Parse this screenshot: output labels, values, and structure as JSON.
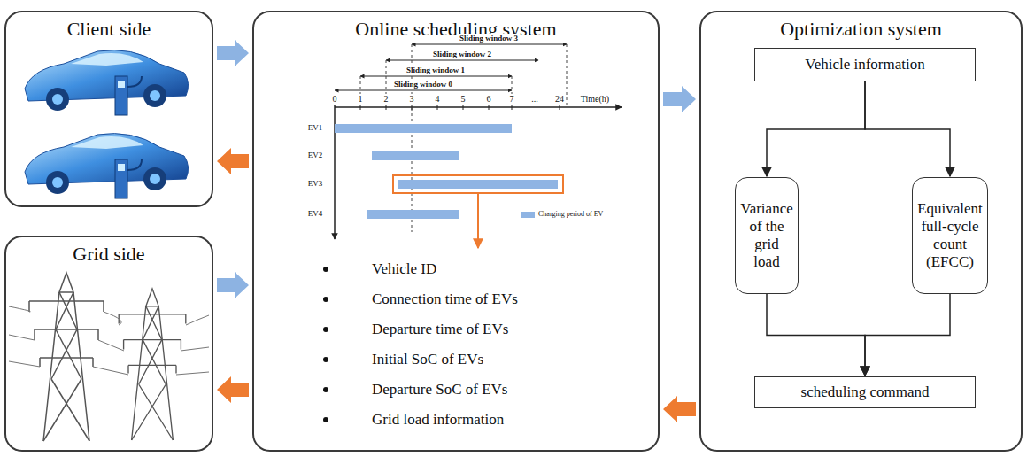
{
  "diagram": {
    "nodes": [
      {
        "text": [
          "Client side"
        ]
      },
      {
        "text": [
          "Grid side"
        ]
      },
      {
        "text": [
          "Online scheduling system"
        ]
      },
      {
        "text": [
          "Optimization system"
        ]
      },
      {
        "text": [
          "Vehicle information"
        ],
        "in": 3
      },
      {
        "text": [
          "Variance of the grid load"
        ],
        "in": 3
      },
      {
        "text": [
          "Equivalent full-cycle count (EFCC)"
        ],
        "in": 3
      },
      {
        "text": [
          "scheduling command"
        ],
        "in": 3
      }
    ],
    "edges": [
      {
        "from": 0,
        "to": 2,
        "arrow": "to"
      },
      {
        "from": 2,
        "to": 0,
        "arrow": "to"
      },
      {
        "from": 1,
        "to": 2,
        "arrow": "to"
      },
      {
        "from": 2,
        "to": 1,
        "arrow": "to"
      },
      {
        "from": 2,
        "to": 3,
        "arrow": "to"
      },
      {
        "from": 3,
        "to": 2,
        "arrow": "to"
      },
      {
        "from": 4,
        "to": 5,
        "arrow": "to"
      },
      {
        "from": 4,
        "to": 6,
        "arrow": "to"
      },
      {
        "from": 5,
        "to": 7,
        "arrow": "to"
      },
      {
        "from": 6,
        "to": 7,
        "arrow": "to"
      }
    ],
    "labels": [
      "Sliding window 3",
      "Sliding window 2",
      "Sliding window 1",
      "Sliding window 0",
      "0",
      "1",
      "2",
      "3",
      "4",
      "5",
      "6",
      "7",
      "...",
      "24",
      "Time(h)",
      "EV1",
      "EV2",
      "EV3",
      "EV4",
      "Vehicle ID",
      "Connection time of  EVs",
      "Departure time of  EVs",
      "Initial SoC of EVs",
      "Departure SoC of EVs",
      "Grid load information"
    ],
    "legend": [
      {
        "text": "Charging period of EV",
        "color": "#8fb4e3"
      }
    ]
  }
}
